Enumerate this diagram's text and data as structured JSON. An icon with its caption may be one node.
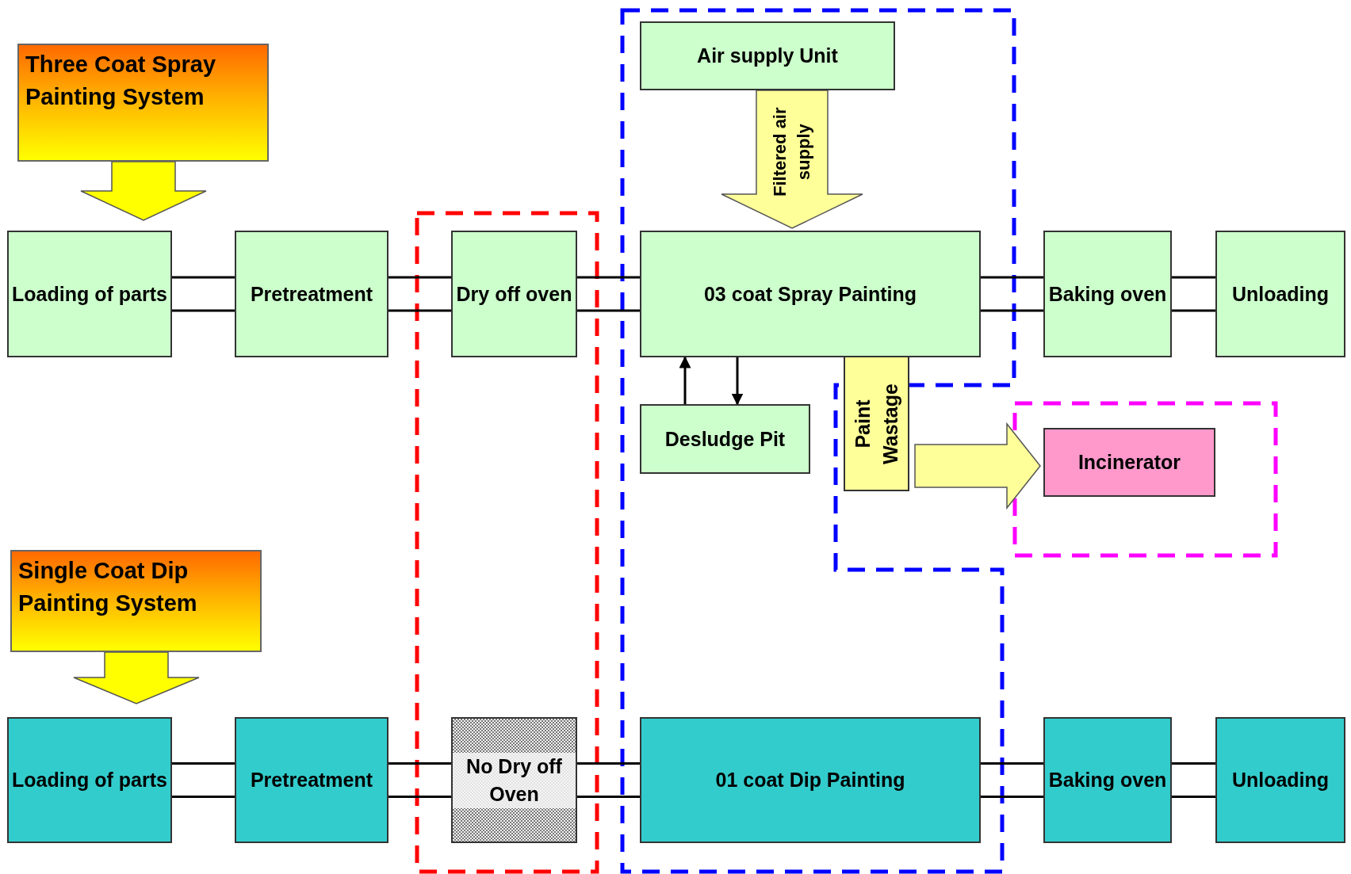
{
  "diagram": {
    "nodes": [
      {
        "text": [
          "Three Coat Spray Painting System"
        ]
      },
      {
        "text": [
          "Loading of parts"
        ]
      },
      {
        "text": [
          "Pretreatment"
        ]
      },
      {
        "text": [
          "Dry off oven"
        ]
      },
      {
        "text": [
          "Air supply Unit"
        ]
      },
      {
        "text": [
          "03 coat Spray Painting"
        ]
      },
      {
        "text": [
          "Baking oven"
        ]
      },
      {
        "text": [
          "Unloading"
        ]
      },
      {
        "text": [
          "Desludge Pit"
        ]
      },
      {
        "text": [
          "Paint Wastage"
        ]
      },
      {
        "text": [
          "Incinerator"
        ]
      },
      {
        "text": [
          "Single Coat Dip Painting System"
        ]
      },
      {
        "text": [
          "Loading of parts"
        ]
      },
      {
        "text": [
          "Pretreatment"
        ]
      },
      {
        "text": [
          "No Dry off Oven"
        ]
      },
      {
        "text": [
          "01 coat Dip Painting"
        ]
      },
      {
        "text": [
          "Baking oven"
        ]
      },
      {
        "text": [
          "Unloading"
        ]
      }
    ],
    "edges": [
      {
        "from": 0,
        "to": 1,
        "arrow": "to",
        "style": "thick",
        "color": "#ffff00"
      },
      {
        "from": 1,
        "to": 2,
        "arrow": "none"
      },
      {
        "from": 2,
        "to": 3,
        "arrow": "none"
      },
      {
        "from": 3,
        "to": 5,
        "arrow": "none"
      },
      {
        "from": 4,
        "to": 5,
        "arrow": "to",
        "label": "Filtered air supply",
        "style": "thick",
        "color": "#ffff99"
      },
      {
        "from": 5,
        "to": 6,
        "arrow": "none"
      },
      {
        "from": 6,
        "to": 7,
        "arrow": "none"
      },
      {
        "from": 8,
        "to": 5,
        "arrow": "to"
      },
      {
        "from": 5,
        "to": 8,
        "arrow": "to"
      },
      {
        "from": 9,
        "to": 10,
        "arrow": "to",
        "style": "thick",
        "color": "#ffff99"
      },
      {
        "from": 11,
        "to": 12,
        "arrow": "to",
        "style": "thick",
        "color": "#ffff00"
      },
      {
        "from": 12,
        "to": 13,
        "arrow": "none"
      },
      {
        "from": 13,
        "to": 14,
        "arrow": "none"
      },
      {
        "from": 14,
        "to": 15,
        "arrow": "none"
      },
      {
        "from": 15,
        "to": 16,
        "arrow": "none"
      },
      {
        "from": 16,
        "to": 17,
        "arrow": "none"
      }
    ]
  }
}
